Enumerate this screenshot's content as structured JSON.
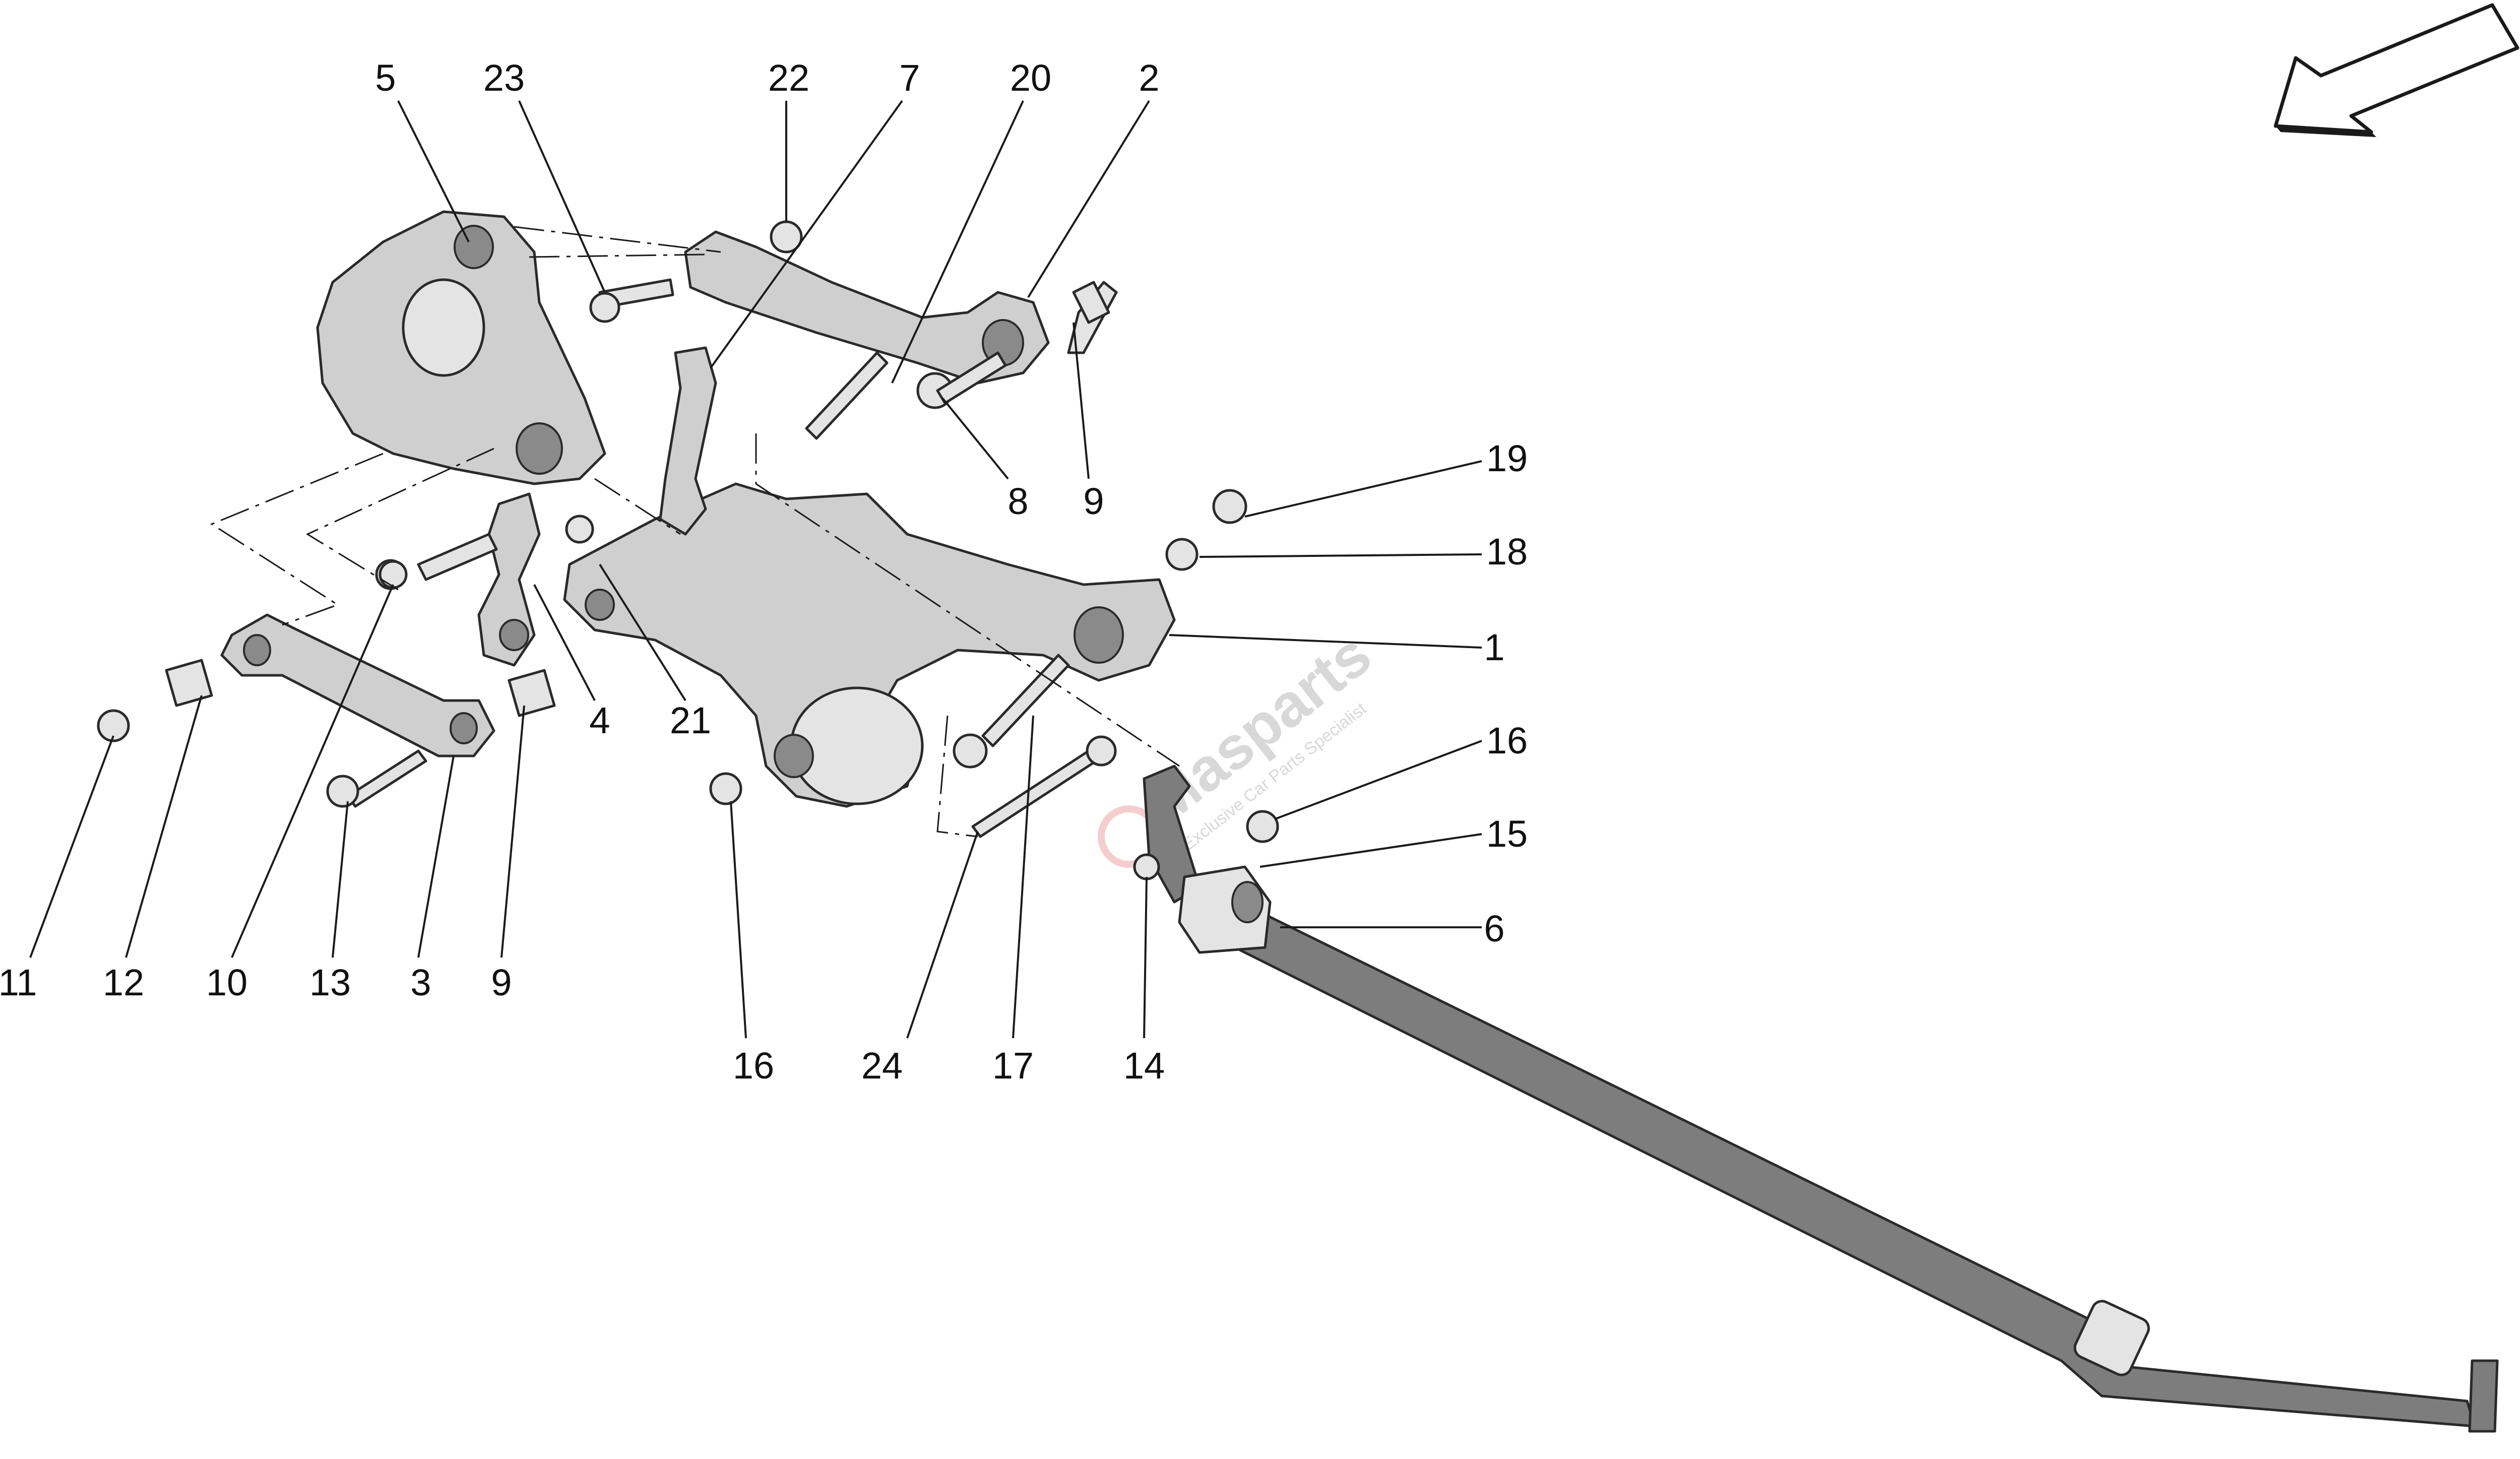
{
  "callouts": [
    "5",
    "23",
    "22",
    "7",
    "20",
    "2",
    "8",
    "9",
    "19",
    "18",
    "1",
    "4",
    "21",
    "16",
    "15",
    "6",
    "11",
    "12",
    "10",
    "13",
    "3",
    "9",
    "16",
    "24",
    "17",
    "14"
  ],
  "watermark": {
    "brand": "Masparts",
    "tagline": "Exclusive Car Parts Specialist"
  },
  "colors": {
    "part_fill": "#cfcfcf",
    "bar_fill": "#7d7d7d",
    "outline": "#2a2a2a",
    "watermark": "#b9b9b9"
  },
  "icons": [
    "direction-arrow-icon"
  ]
}
